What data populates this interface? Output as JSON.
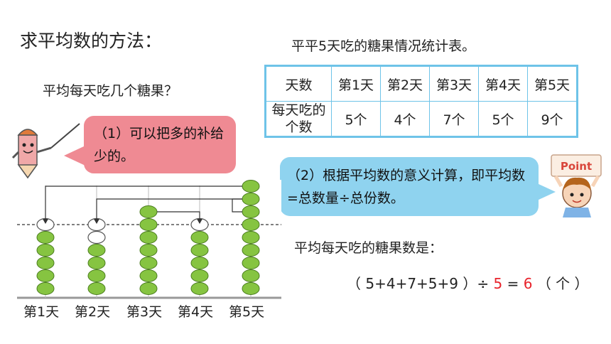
{
  "method_title": "求平均数的方法：",
  "question": "平均每天吃几个糖果？",
  "table": {
    "title": "平平5天吃的糖果情况统计表。",
    "header_label": "天数",
    "row_label": "每天吃的个数",
    "days": [
      "第1天",
      "第2天",
      "第3天",
      "第4天",
      "第5天"
    ],
    "counts": [
      "5个",
      "4个",
      "7个",
      "5个",
      "9个"
    ]
  },
  "bubble1": {
    "text": "（1）可以把多的补给少的。"
  },
  "bubble2": {
    "text": "（2）根据平均数的意义计算，即平均数=总数量÷总份数。"
  },
  "sign_text": "Point",
  "result_label": "平均每天吃的糖果数是：",
  "formula": {
    "left": "（ 5+4+7+5+9 ）÷",
    "divisor": "5",
    "equals": "=",
    "result": "6",
    "unit": "（ 个 ）"
  },
  "abacus": {
    "day_labels": [
      "第1天",
      "第2天",
      "第3天",
      "第4天",
      "第5天"
    ],
    "green_beads": [
      5,
      4,
      7,
      5,
      9
    ],
    "white_beads": [
      1,
      2,
      0,
      1,
      0
    ],
    "average": 6
  },
  "colors": {
    "bubble1": "#ef8a93",
    "bubble2": "#8fd3ef",
    "table_border": "#6ec3e8",
    "bead": "#86c441",
    "highlight": "#e8232b"
  }
}
